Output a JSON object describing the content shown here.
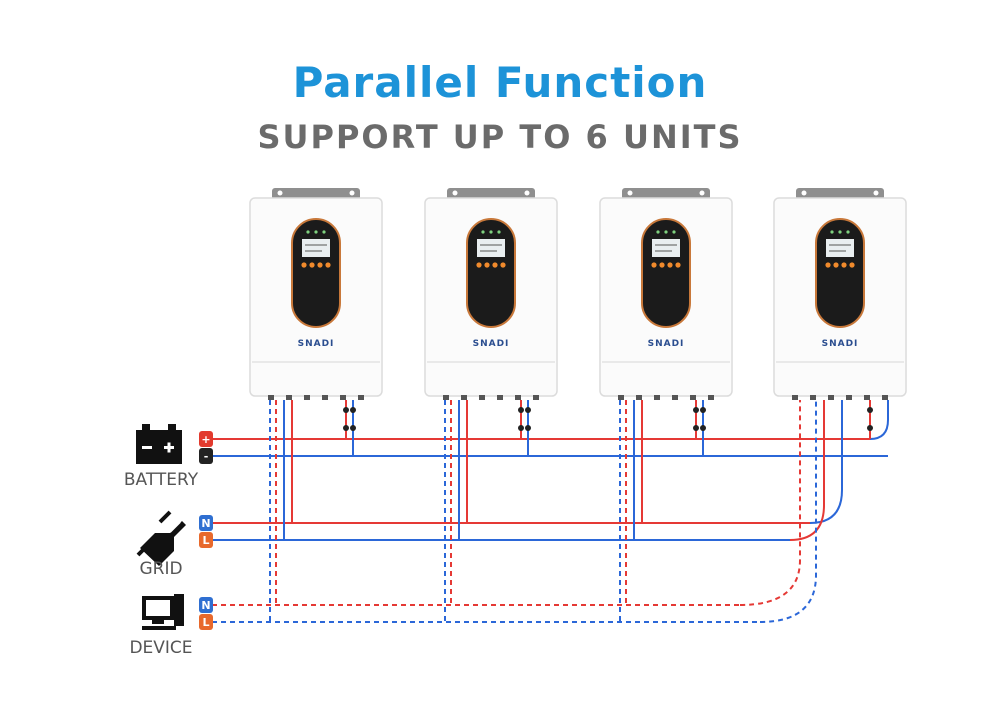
{
  "title": "Parallel Function",
  "subtitle": "SUPPORT UP TO 6 UNITS",
  "brand": "SNADI",
  "units": 4,
  "sources": [
    {
      "label": "BATTERY",
      "icon": "battery-icon",
      "terminals": [
        "+",
        "-"
      ],
      "terminal_colors": [
        "#e23a2e",
        "#222222"
      ]
    },
    {
      "label": "GRID",
      "icon": "plug-icon",
      "terminals": [
        "N",
        "L"
      ],
      "terminal_colors": [
        "#2f6fd1",
        "#e8692c"
      ]
    },
    {
      "label": "DEVICE",
      "icon": "computer-icon",
      "terminals": [
        "N",
        "L"
      ],
      "terminal_colors": [
        "#2f6fd1",
        "#e8692c"
      ]
    }
  ],
  "colors": {
    "title": "#1d93d8",
    "subtitle": "#6b6b6b",
    "red_wire": "#e53935",
    "blue_wire": "#2b67d8",
    "display_ring": "#c8783a"
  }
}
